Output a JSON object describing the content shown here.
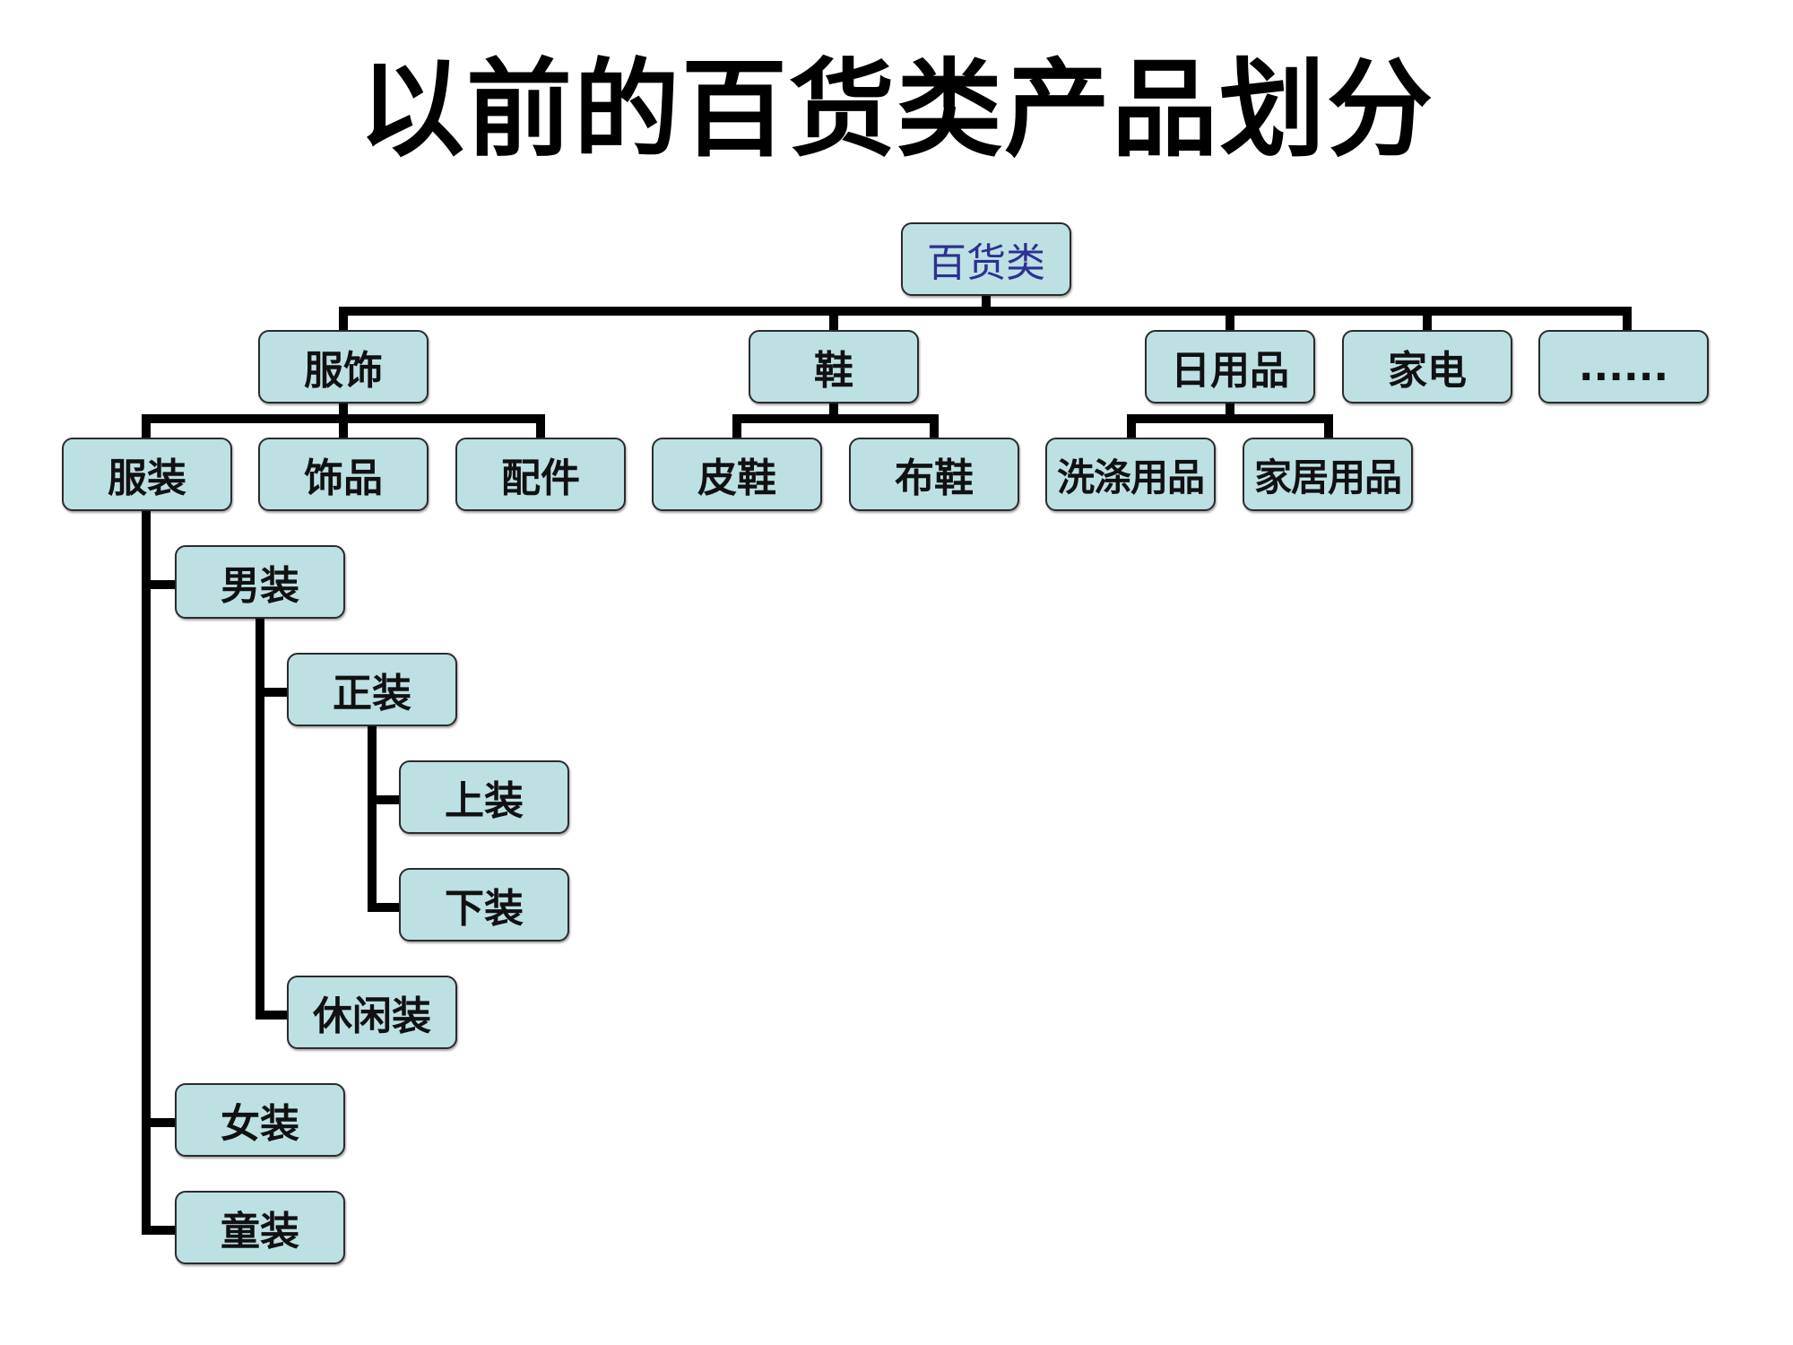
{
  "title": "以前的百货类产品划分",
  "colors": {
    "node_fill": "#bde0e3",
    "node_border": "#2b2b2b",
    "root_text": "#2e3092",
    "connector": "#000000"
  },
  "tree": {
    "root": "百货类",
    "level1": {
      "apparel": "服饰",
      "shoes": "鞋",
      "daily": "日用品",
      "appliances": "家电",
      "more": "......"
    },
    "apparel_children": {
      "clothing": "服装",
      "accessories": "饰品",
      "parts": "配件"
    },
    "shoes_children": {
      "leather": "皮鞋",
      "cloth": "布鞋"
    },
    "daily_children": {
      "washing": "洗涤用品",
      "household": "家居用品"
    },
    "clothing_children": {
      "men": "男装",
      "women": "女装",
      "children": "童装"
    },
    "men_children": {
      "formal": "正装",
      "casual": "休闲装"
    },
    "formal_children": {
      "tops": "上装",
      "bottoms": "下装"
    }
  }
}
